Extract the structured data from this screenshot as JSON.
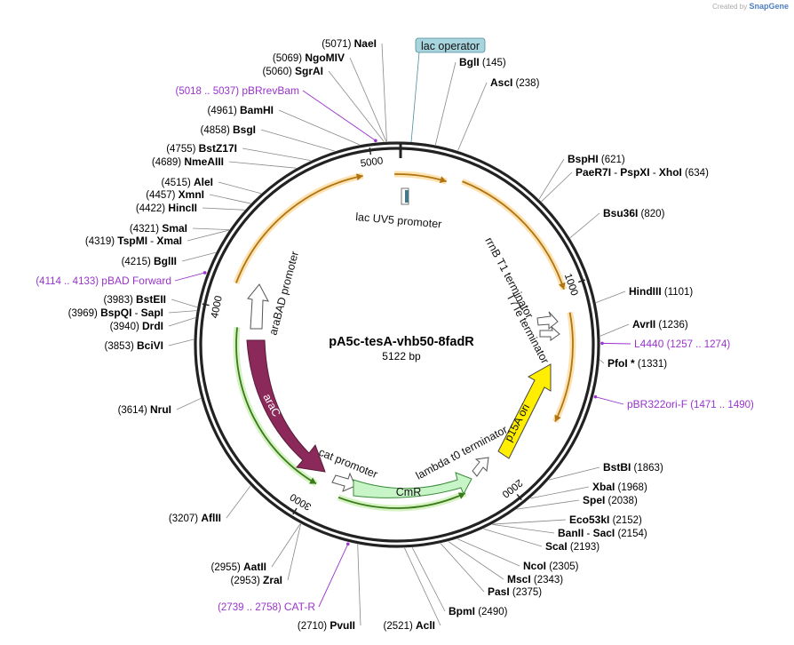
{
  "credit": {
    "text": "Created by",
    "brand": "SnapGene"
  },
  "plasmid": {
    "name": "pA5c-tesA-vhb50-8fadR",
    "length": "5122 bp"
  },
  "ticks": [
    "1000",
    "2000",
    "3000",
    "4000",
    "5000"
  ],
  "features": [
    {
      "name": "lac operator",
      "kind": "boxed-label"
    },
    {
      "name": "lac UV5 promoter"
    },
    {
      "name": "rrnB T1 terminator"
    },
    {
      "name": "T7Te terminator"
    },
    {
      "name": "p15A ori"
    },
    {
      "name": "lambda t0 terminator"
    },
    {
      "name": "CmR"
    },
    {
      "name": "cat promoter"
    },
    {
      "name": "araC"
    },
    {
      "name": "araBAD promoter"
    }
  ],
  "enzymes": [
    {
      "name": "NaeI",
      "pos": "(5071)"
    },
    {
      "name": "NgoMIV",
      "pos": "(5069)"
    },
    {
      "name": "SgrAI",
      "pos": "(5060)"
    },
    {
      "name": "BamHI",
      "pos": "(4961)"
    },
    {
      "name": "BsgI",
      "pos": "(4858)"
    },
    {
      "name": "BstZ17I",
      "pos": "(4755)"
    },
    {
      "name": "NmeAIII",
      "pos": "(4689)"
    },
    {
      "name": "AleI",
      "pos": "(4515)"
    },
    {
      "name": "XmnI",
      "pos": "(4457)"
    },
    {
      "name": "HincII",
      "pos": "(4422)"
    },
    {
      "name": "SmaI",
      "pos": "(4321)"
    },
    {
      "name": "TspMI",
      "sep": "-",
      "name2": "XmaI",
      "pos": "(4319)"
    },
    {
      "name": "BglII",
      "pos": "(4215)"
    },
    {
      "name": "BstEII",
      "pos": "(3983)"
    },
    {
      "name": "BspQI",
      "sep": "-",
      "name2": "SapI",
      "pos": "(3969)"
    },
    {
      "name": "DrdI",
      "pos": "(3940)"
    },
    {
      "name": "BciVI",
      "pos": "(3853)"
    },
    {
      "name": "NruI",
      "pos": "(3614)"
    },
    {
      "name": "AflII",
      "pos": "(3207)"
    },
    {
      "name": "AatII",
      "pos": "(2955)"
    },
    {
      "name": "ZraI",
      "pos": "(2953)"
    },
    {
      "name": "PvuII",
      "pos": "(2710)"
    },
    {
      "name": "AclI",
      "pos": "(2521)"
    },
    {
      "name": "BpmI",
      "pos": "(2490)"
    },
    {
      "name": "PasI",
      "pos": "(2375)"
    },
    {
      "name": "MscI",
      "pos": "(2343)"
    },
    {
      "name": "NcoI",
      "pos": "(2305)"
    },
    {
      "name": "ScaI",
      "pos": "(2193)"
    },
    {
      "name": "BanII",
      "sep": "-",
      "name2": "SacI",
      "pos": "(2154)"
    },
    {
      "name": "Eco53kI",
      "pos": "(2152)"
    },
    {
      "name": "SpeI",
      "pos": "(2038)"
    },
    {
      "name": "XbaI",
      "pos": "(1968)"
    },
    {
      "name": "BstBI",
      "pos": "(1863)"
    },
    {
      "name": "PfoI *",
      "pos": "(1331)"
    },
    {
      "name": "AvrII",
      "pos": "(1236)"
    },
    {
      "name": "HindIII",
      "pos": "(1101)"
    },
    {
      "name": "Bsu36I",
      "pos": "(820)"
    },
    {
      "name": "PaeR7I",
      "sep": "-",
      "name2": "PspXI",
      "sep2": "-",
      "name3": "XhoI",
      "pos": "(634)"
    },
    {
      "name": "BspHI",
      "pos": "(621)"
    },
    {
      "name": "AscI",
      "pos": "(238)"
    },
    {
      "name": "BglI",
      "pos": "(145)"
    }
  ],
  "primers": [
    {
      "name": "pBRrevBam",
      "pos": "(5018 .. 5037)"
    },
    {
      "name": "pBAD Forward",
      "pos": "(4114 .. 4133)"
    },
    {
      "name": "CAT-R",
      "pos": "(2739 .. 2758)"
    },
    {
      "name": "L4440",
      "pos": "(1257 .. 1274)"
    },
    {
      "name": "pBR322ori-F",
      "pos": "(1471 .. 1490)"
    }
  ],
  "colors": {
    "backbone": "#222222",
    "enzyme_line": "#888888",
    "primer": "#9933cc",
    "orange_arrow": "#f0b040",
    "green_arrow": "#66bb33",
    "arac": "#8b2a5a",
    "p15a": "#ffee00",
    "cmr": "#c8f5c8",
    "lac_operator_box": "#a8d4de"
  }
}
